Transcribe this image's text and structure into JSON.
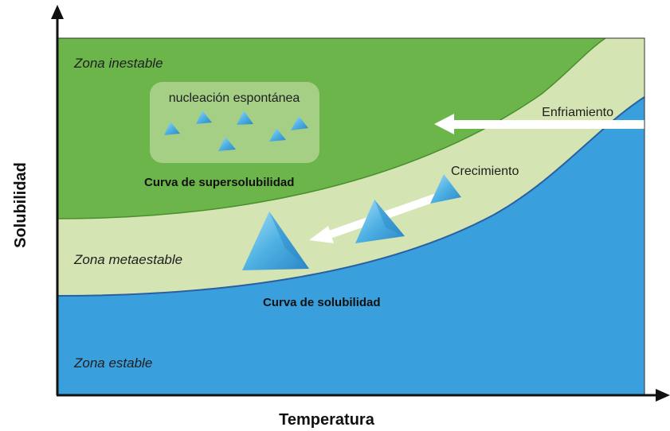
{
  "axes": {
    "y_label": "Solubilidad",
    "x_label": "Temperatura"
  },
  "zones": {
    "unstable": "Zona inestable",
    "metastable": "Zona metaestable",
    "stable": "Zona estable"
  },
  "curves": {
    "supersolubility": "Curva de supersolubilidad",
    "solubility": "Curva de solubilidad"
  },
  "annotations": {
    "nucleation": "nucleación espontánea",
    "cooling": "Enfriamiento",
    "growth": "Crecimiento"
  },
  "colors": {
    "unstable_zone": "#6bb54a",
    "metastable_zone": "#d5e4b3",
    "stable_zone": "#3a9fdd",
    "crystal": "#5bb8e6",
    "arrow": "#ffffff"
  }
}
